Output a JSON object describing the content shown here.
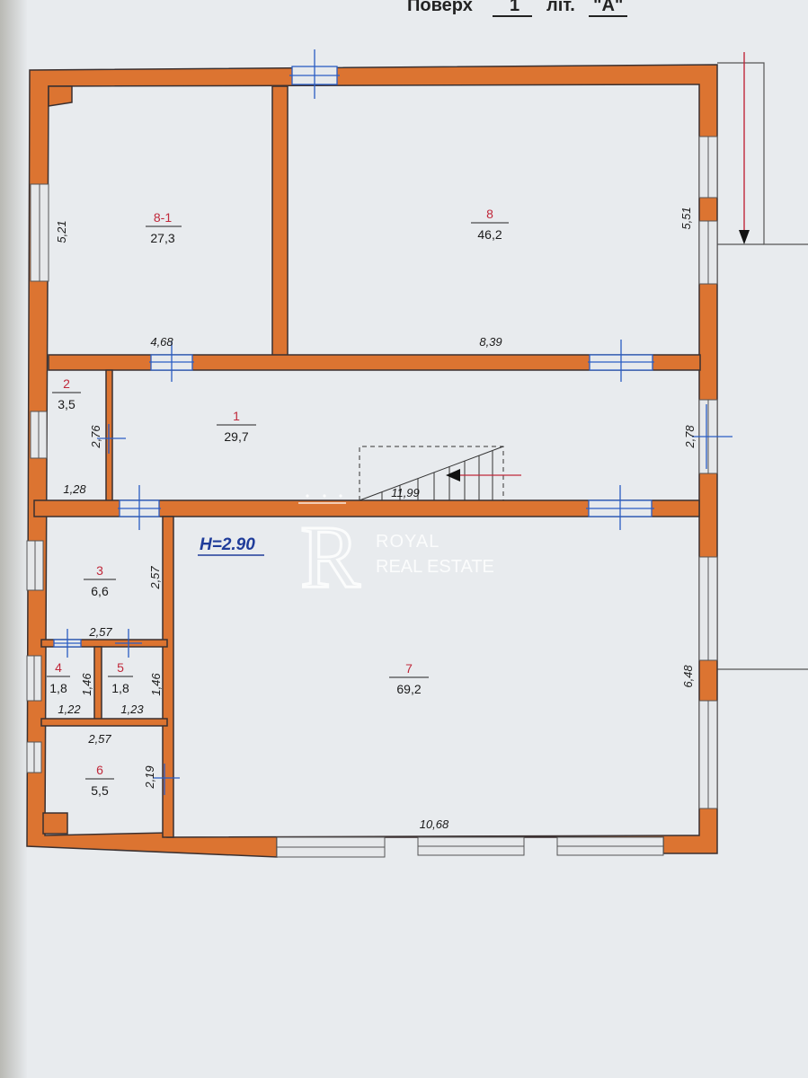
{
  "header": {
    "floor_label": "Поверх",
    "floor_value": "1",
    "letter_label": "літ.",
    "letter_value": "\"A\""
  },
  "ceiling_height": "H=2.90",
  "rooms": [
    {
      "number": "8-1",
      "area": "27,3"
    },
    {
      "number": "8",
      "area": "46,2"
    },
    {
      "number": "2",
      "area": "3,5"
    },
    {
      "number": "1",
      "area": "29,7"
    },
    {
      "number": "3",
      "area": "6,6"
    },
    {
      "number": "4",
      "area": "1,8"
    },
    {
      "number": "5",
      "area": "1,8"
    },
    {
      "number": "6",
      "area": "5,5"
    },
    {
      "number": "7",
      "area": "69,2"
    }
  ],
  "dimensions": [
    "5,21",
    "4,68",
    "8,39",
    "5,51",
    "2,76",
    "1,28",
    "2,78",
    "11,99",
    "2,57",
    "2,57",
    "1,46",
    "1,46",
    "1,22",
    "1,23",
    "2,57",
    "2,19",
    "6,48",
    "10,68"
  ],
  "watermark": {
    "line1": "ROYAL",
    "line2": "REAL ESTATE",
    "monogram": "R"
  },
  "colors": {
    "wall": "#dc7431",
    "wall_outline": "#3a3030",
    "paper": "#e8ebee",
    "room_number": "#c0283a",
    "height_label": "#1f3c9a"
  }
}
